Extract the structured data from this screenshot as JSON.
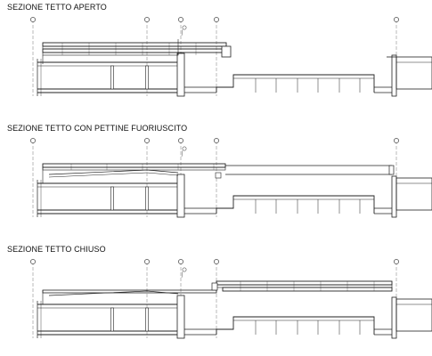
{
  "sections": [
    {
      "title": "SEZIONE TETTO APERTO",
      "state": "open"
    },
    {
      "title": "SEZIONE TETTO CON PETTINE FUORIUSCITO",
      "state": "comb"
    },
    {
      "title": "SEZIONE TETTO CHIUSO",
      "state": "closed"
    }
  ],
  "axis_markers": [
    "",
    "",
    "",
    "",
    ""
  ],
  "colors": {
    "line": "#222222",
    "light": "#777777",
    "bg": "#ffffff"
  }
}
